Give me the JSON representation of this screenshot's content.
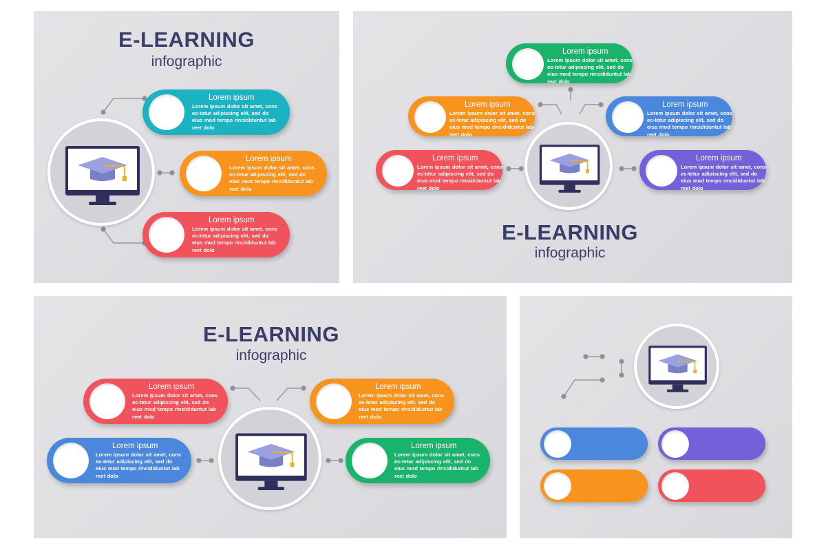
{
  "title": {
    "main": "E-LEARNING",
    "sub": "infographic"
  },
  "item": {
    "heading": "Lorem ipsum",
    "text": "Lorem ipsum dolor sit amet, cons ec-tetur adipiscing elit, sed do eius mod tempo rincididuntut lab reet dolo"
  },
  "colors": {
    "title": "#3a3d6a",
    "teal": "#1bb2c1",
    "orange": "#f8931d",
    "red": "#f0535b",
    "green": "#19b36b",
    "blue": "#4a87dd",
    "purple": "#7461d9",
    "panel": "#e0dfe3"
  },
  "icons": {
    "hub": "computer-monitor-graduation-cap-icon"
  }
}
